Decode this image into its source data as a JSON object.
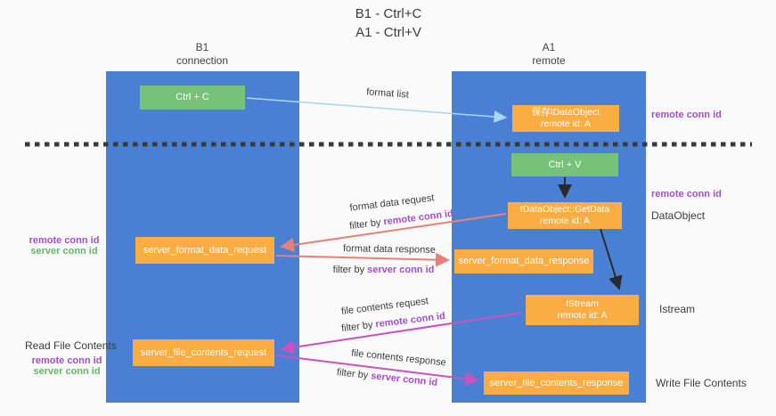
{
  "title": {
    "line1": "B1 - Ctrl+C",
    "line2": "A1 - Ctrl+V"
  },
  "colors": {
    "lifeline_blue": "#4a80d4",
    "action_green": "#77c279",
    "message_orange": "#f9ad42",
    "arrow_salmon": "#e8807a",
    "arrow_magenta": "#cb50c0",
    "arrow_lightblue": "#a9d5f2",
    "arrow_black": "#2a2a2a",
    "separator_dashed": "#3a3a3a",
    "id_purple": "#a44fc8",
    "id_green": "#5fba60"
  },
  "lifelines": {
    "b1": {
      "name": "B1",
      "role": "connection"
    },
    "a1": {
      "name": "A1",
      "role": "remote"
    }
  },
  "boxes": {
    "ctrl_c": {
      "label": "Ctrl + C"
    },
    "save_idataobject": {
      "line1": "保存IDataObject",
      "line2": "remote id: A"
    },
    "ctrl_v": {
      "label": "Ctrl + V"
    },
    "getdata": {
      "line1": "IDataObject::GetData",
      "line2": "remote id: A"
    },
    "istream": {
      "line1": "IStream",
      "line2": "remote id: A"
    },
    "server_format_data_request": {
      "label": "server_format_data_request"
    },
    "server_format_data_response": {
      "label": "server_format_data_response"
    },
    "server_file_contents_request": {
      "label": "server_file_contents_request"
    },
    "server_file_contents_response": {
      "label": "server_file_contents_response"
    }
  },
  "arrows": {
    "format_list": {
      "label": "format list"
    },
    "format_data_request": {
      "label": "format data request",
      "filter_prefix": "filter by ",
      "filter_key": "remote conn id"
    },
    "format_data_response": {
      "label": "format data response",
      "filter_prefix": "filter by ",
      "filter_key": "server conn id"
    },
    "file_contents_request": {
      "label": "file contents request",
      "filter_prefix": "filter by ",
      "filter_key": "remote conn id"
    },
    "file_contents_response": {
      "label": "file contents response",
      "filter_prefix": "filter by ",
      "filter_key": "server conn id"
    }
  },
  "side_labels": {
    "right_top_conn": "remote conn id",
    "right_mid_conn": "remote conn id",
    "dataobject": "DataObject",
    "istream": "Istream",
    "write_file_contents": "Write File Contents",
    "read_file_contents": "Read File Contents",
    "left_format": {
      "remote": "remote conn id",
      "server": "server conn id"
    },
    "left_file": {
      "remote": "remote conn id",
      "server": "server conn id"
    }
  }
}
